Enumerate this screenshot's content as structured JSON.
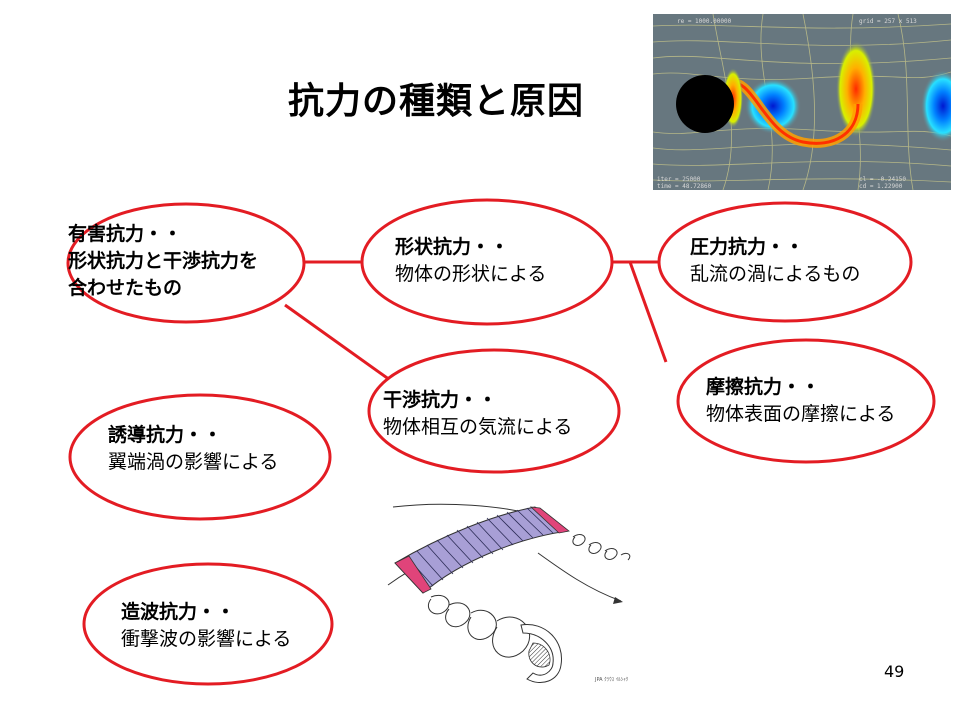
{
  "slide": {
    "title": "抗力の種類と原因",
    "page_number": "49"
  },
  "nodes": {
    "parasite": {
      "head": "有害抗力・・",
      "line2": "形状抗力と干渉抗力を",
      "line3": "合わせたもの"
    },
    "form": {
      "head": "形状抗力・・",
      "body": "物体の形状による"
    },
    "pressure": {
      "head": "圧力抗力・・",
      "body": "乱流の渦によるもの"
    },
    "interference": {
      "head": "干渉抗力・・",
      "body": "物体相互の気流による"
    },
    "friction": {
      "head": "摩擦抗力・・",
      "body": "物体表面の摩擦による"
    },
    "induced": {
      "head": "誘導抗力・・",
      "body": "翼端渦の影響による"
    },
    "wave": {
      "head": "造波抗力・・",
      "body": "衝撃波の影響による"
    }
  },
  "simulation_image": {
    "readout_top_left": "re = 1000.00000",
    "readout_top_right": "grid = 257 x 513",
    "readout_bottom_left_1": "iter = 25000",
    "readout_bottom_left_2": "time = 48.72860",
    "readout_bottom_right_1": "cl = -0.24150",
    "readout_bottom_right_2": "cd = 1.22900"
  },
  "vortex_image": {
    "credit": "JPA ｸﾗｳｽ ｲﾙｼｬｸ"
  },
  "colors": {
    "ellipse_stroke": "#e31c23",
    "connector": "#e31c23",
    "wing_fill": "#a89fd6",
    "wing_tip": "#e0447a"
  }
}
